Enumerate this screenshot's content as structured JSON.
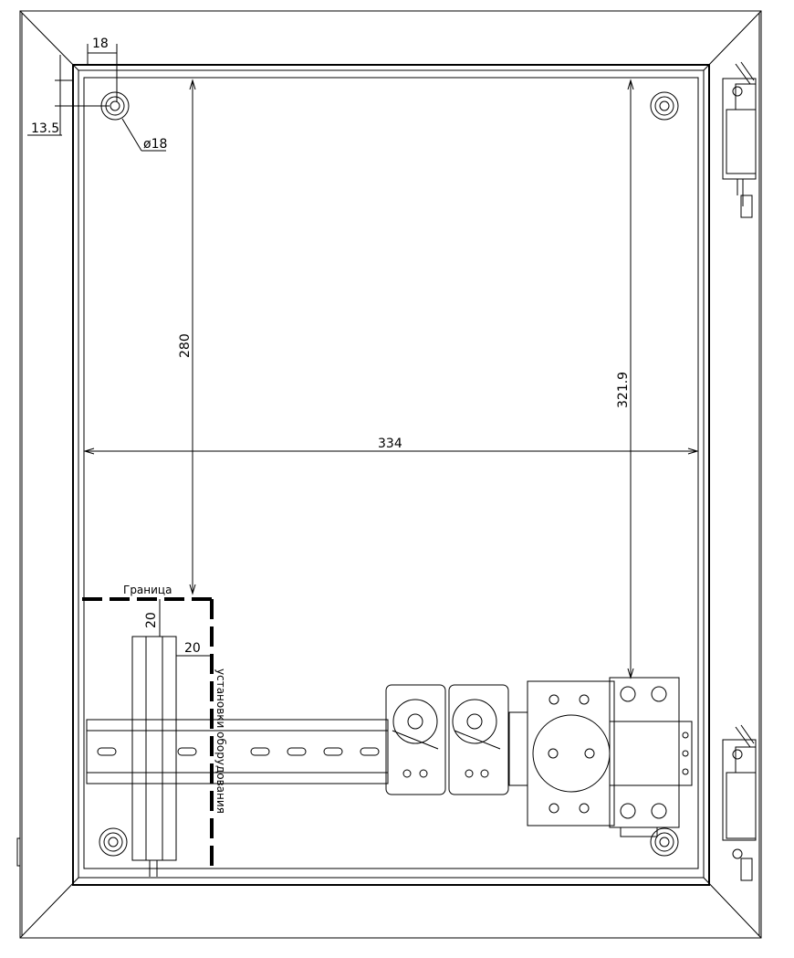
{
  "dimensions": {
    "mount_offset_x": "18",
    "mount_offset_y": "13.5",
    "hole_diameter": "ø18",
    "vertical_rail_height": "280",
    "overall_width": "334",
    "vertical_right": "321.9",
    "margin_top": "20",
    "margin_side": "20"
  },
  "labels": {
    "boundary": "Граница",
    "equipment_boundary": "установки оборудования"
  }
}
